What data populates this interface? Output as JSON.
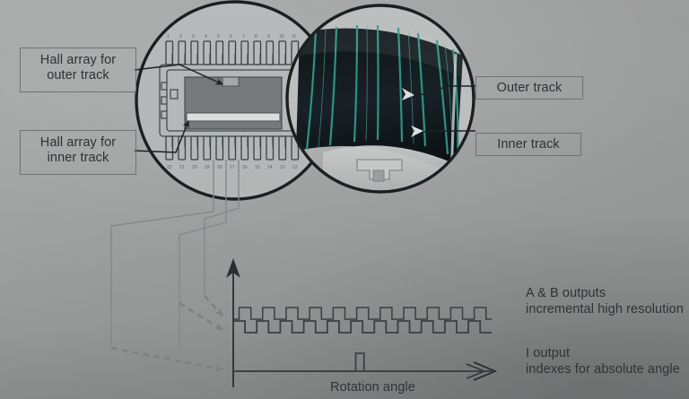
{
  "figure": {
    "title_visible": false,
    "background_color": "#9c9d9d",
    "ink_color": "#2e3134"
  },
  "labels": {
    "hall_outer": "Hall array for\nouter track",
    "hall_outer_line1": "Hall array for",
    "hall_outer_line2": "outer track",
    "hall_inner_line1": "Hall array for",
    "hall_inner_line2": "inner track",
    "outer_track": "Outer track",
    "inner_track": "Inner track"
  },
  "notes": {
    "ab_line1": "A & B outputs",
    "ab_line2": "incremental high resolution",
    "i_line1": "I output",
    "i_line2": "indexes for absolute angle"
  },
  "axis": {
    "x_label": "Rotation angle"
  },
  "photos": {
    "left_circle_caption": "magnetic sensor IC die with bond pads",
    "right_circle_caption": "curved magnetic ring segment with pole stripes",
    "stripe_color": "#2f9d92",
    "ring_dark_color": "#131a1d"
  },
  "chart_data": {
    "type": "line",
    "title": "",
    "xlabel": "Rotation angle",
    "ylabel": "",
    "grid": false,
    "legend": [
      "A & B outputs",
      "I output"
    ],
    "xlim": [
      0,
      100
    ],
    "ylim": [
      0,
      3
    ],
    "series": [
      {
        "name": "A output",
        "kind": "square-wave",
        "levels": [
          0,
          1
        ],
        "period_units": 9.1,
        "duty": 0.5,
        "phase_offset": 0.0,
        "baseline_y": 1.0,
        "cycles": 11
      },
      {
        "name": "B output",
        "kind": "square-wave",
        "levels": [
          0,
          1
        ],
        "period_units": 9.1,
        "duty": 0.5,
        "phase_offset": 0.25,
        "baseline_y": 1.35,
        "cycles": 11
      },
      {
        "name": "I output",
        "kind": "index-pulse",
        "levels": [
          0,
          1
        ],
        "pulse_count": 1,
        "pulse_center_units": 49,
        "pulse_width_units": 3.2,
        "baseline_y": 0.15
      }
    ]
  },
  "icons": {
    "y_axis_arrow": "arrow-up-icon",
    "x_axis_arrow": "double-chevron-right-icon",
    "leader_arrow": "arrowhead-icon",
    "dashed_arrow": "dashed-arrow-icon"
  }
}
